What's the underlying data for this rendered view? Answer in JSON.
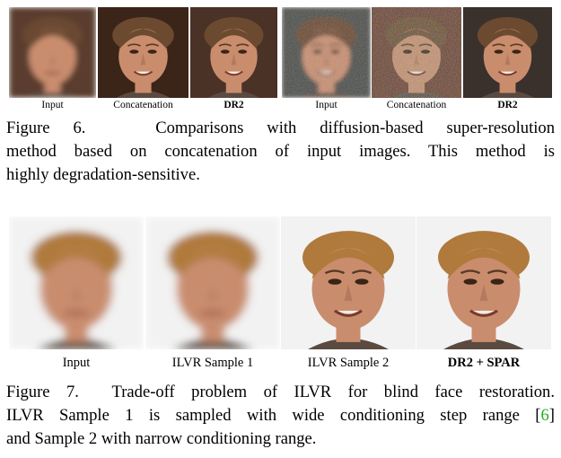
{
  "figure6": {
    "panels": [
      {
        "label": "Input",
        "bold": false,
        "variant": "blur",
        "bg": "#5a3d2d"
      },
      {
        "label": "Concatenation",
        "bold": false,
        "variant": "sharp",
        "bg": "#3b2418"
      },
      {
        "label": "DR2",
        "bold": true,
        "variant": "clean",
        "bg": "#4a3226"
      },
      {
        "label": "Input",
        "bold": false,
        "variant": "noisy",
        "bg": "#4b4d4a"
      },
      {
        "label": "Concatenation",
        "bold": false,
        "variant": "artifact",
        "bg": "#6a3c2e"
      },
      {
        "label": "DR2",
        "bold": true,
        "variant": "clean",
        "bg": "#3a302c"
      }
    ],
    "caption_number": "Figure 6.",
    "caption_lines": [
      "Comparisons with diffusion-based super-resolution",
      "method based on concatenation of input images.  This method is",
      "highly degradation-sensitive."
    ]
  },
  "figure7": {
    "panels": [
      {
        "label": "Input",
        "bold": false,
        "variant": "blur"
      },
      {
        "label": "ILVR Sample 1",
        "bold": false,
        "variant": "blur"
      },
      {
        "label": "ILVR Sample 2",
        "bold": false,
        "variant": "sharp"
      },
      {
        "label": "DR2 + SPAR",
        "bold": true,
        "variant": "clean"
      }
    ],
    "caption_number": "Figure 7.",
    "caption_line1": "Trade-off problem of ILVR for blind face restoration.",
    "caption_line2_pre": "ILVR Sample 1 is sampled with wide conditioning step range [",
    "caption_line2_cite": "6",
    "caption_line2_post": "]",
    "caption_line3": "and Sample 2 with narrow conditioning range."
  },
  "colors": {
    "skin": "#c98d6e",
    "hair_dark": "#6b4a30",
    "hair_blond": "#b07a3c",
    "citation": "#22b022"
  }
}
